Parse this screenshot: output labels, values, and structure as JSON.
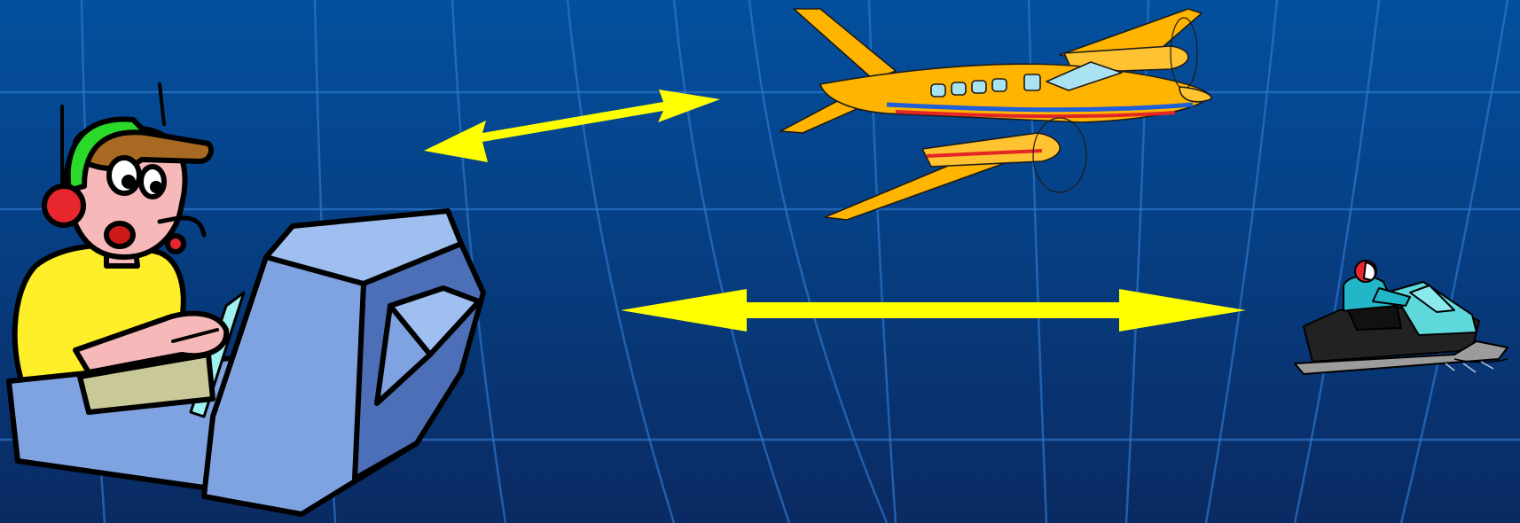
{
  "slide": {
    "background_top": "#03509e",
    "background_bottom": "#0a2a62",
    "grid_color": "#2f7ad0"
  },
  "arrows": {
    "color": "#ffff00",
    "controller_to_aircraft": "double-arrow",
    "controller_to_snowmobile": "double-arrow"
  },
  "illustrations": {
    "controller": "radio-operator-with-headset-at-console",
    "aircraft": "twin-engine-airplane",
    "snowmobile": "snowmobile-rider",
    "aircraft_color": "#ffb400",
    "console_color": "#7fa3e0",
    "shirt_color": "#ffef2a",
    "earphone_color": "#e8262e",
    "sled_color": "#5fd8dc"
  }
}
